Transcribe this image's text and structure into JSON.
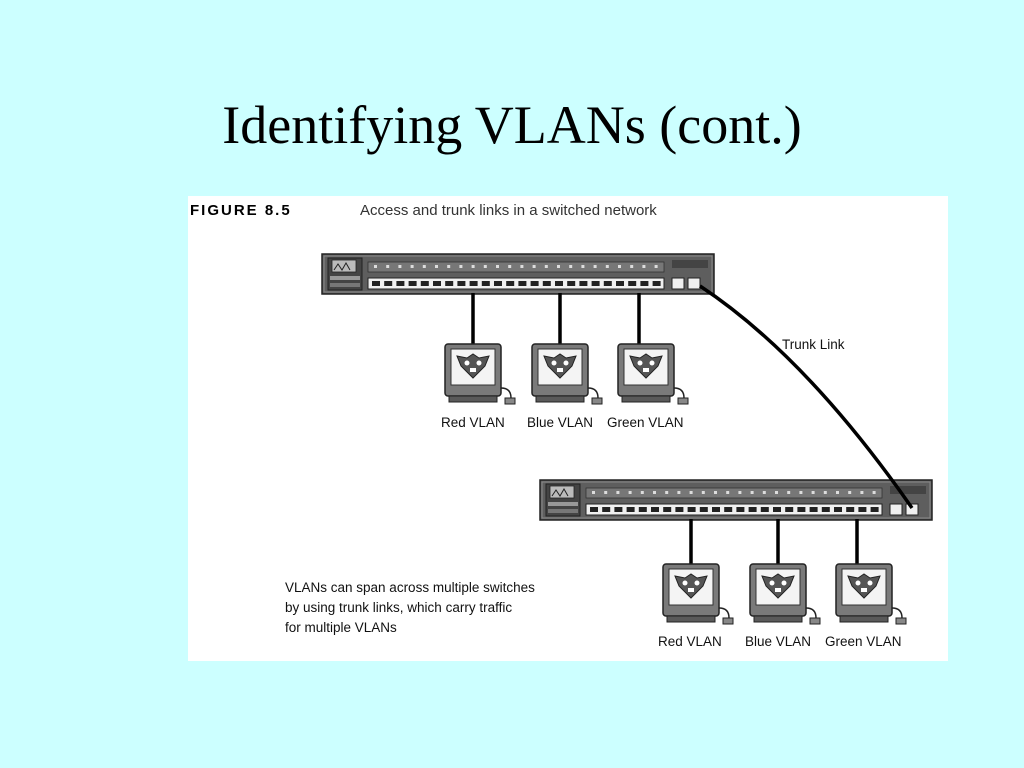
{
  "slide": {
    "title": "Identifying VLANs (cont.)"
  },
  "figure": {
    "label": "FIGURE  8.5",
    "caption": "Access and trunk links in a switched network",
    "trunk_link_label": "Trunk Link",
    "top_switch": {
      "vlans": [
        "Red VLAN",
        "Blue VLAN",
        "Green VLAN"
      ]
    },
    "bottom_switch": {
      "vlans": [
        "Red VLAN",
        "Blue VLAN",
        "Green VLAN"
      ]
    },
    "note_lines": [
      "VLANs can span across multiple switches",
      "by using trunk links, which carry traffic",
      "for multiple VLANs"
    ]
  },
  "colors": {
    "background": "#ccffff",
    "panel": "#ffffff",
    "device_gray": "#6e6e6e",
    "device_dark": "#2a2a2a"
  },
  "icons": {
    "switch": "network-switch-icon",
    "computer": "computer-terminal-icon"
  }
}
